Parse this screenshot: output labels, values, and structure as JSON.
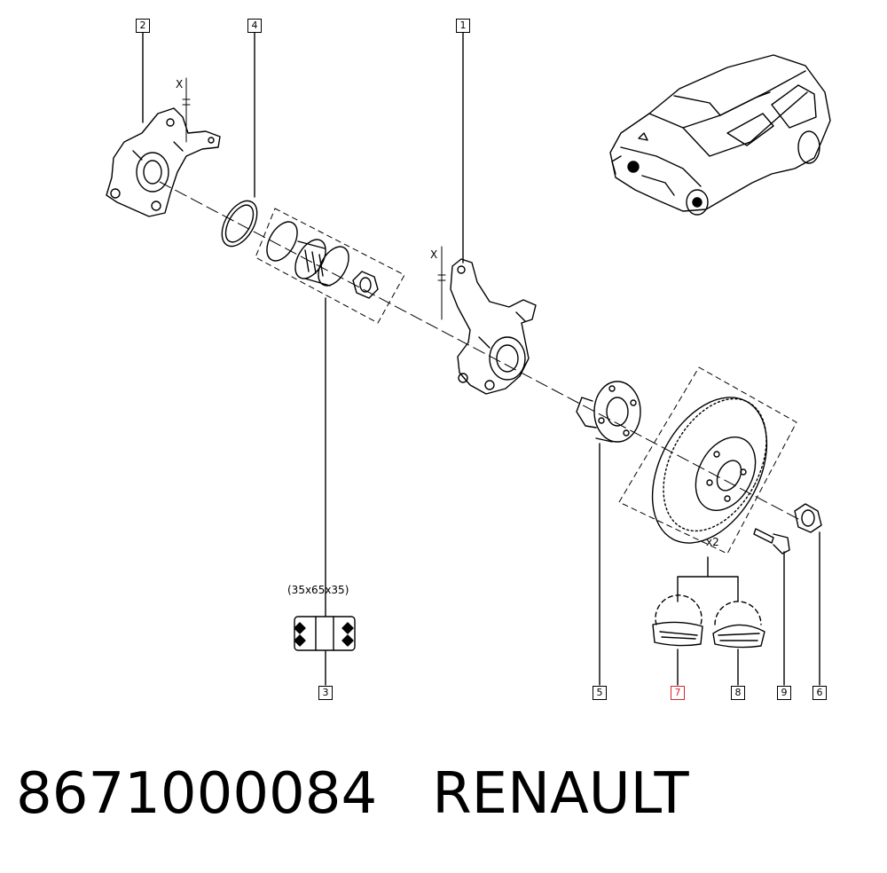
{
  "callouts": {
    "c1": "1",
    "c2": "2",
    "c3": "3",
    "c4": "4",
    "c5": "5",
    "c6": "6",
    "c7": "7",
    "c8": "8",
    "c9": "9"
  },
  "labels": {
    "bearing_size": "(35x65x35)",
    "qty_x2": "x2",
    "axis_x_top": "X",
    "axis_x_knuckle": "X"
  },
  "footer": {
    "part_number": "8671000084",
    "brand": "RENAULT"
  },
  "colors": {
    "line": "#000000",
    "highlight": "#d9262c"
  }
}
